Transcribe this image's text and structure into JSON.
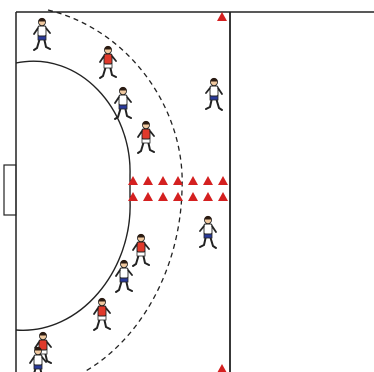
{
  "diagram": {
    "kind": "handball-drill",
    "colors": {
      "court_line": "#222222",
      "cone": "#d42020",
      "team_red_shirt": "#e0392b",
      "team_white_shirt": "#ffffff",
      "team_white_shorts": "#2a3a9a",
      "team_red_shorts": "#ffffff",
      "skin": "#f0c9a0",
      "hair": "#2b1b12"
    },
    "icons": {
      "cone": "triangle-cone",
      "player": "running-player-figure"
    },
    "counts": {
      "players_red": 5,
      "players_white": 6,
      "cones": 16
    }
  }
}
